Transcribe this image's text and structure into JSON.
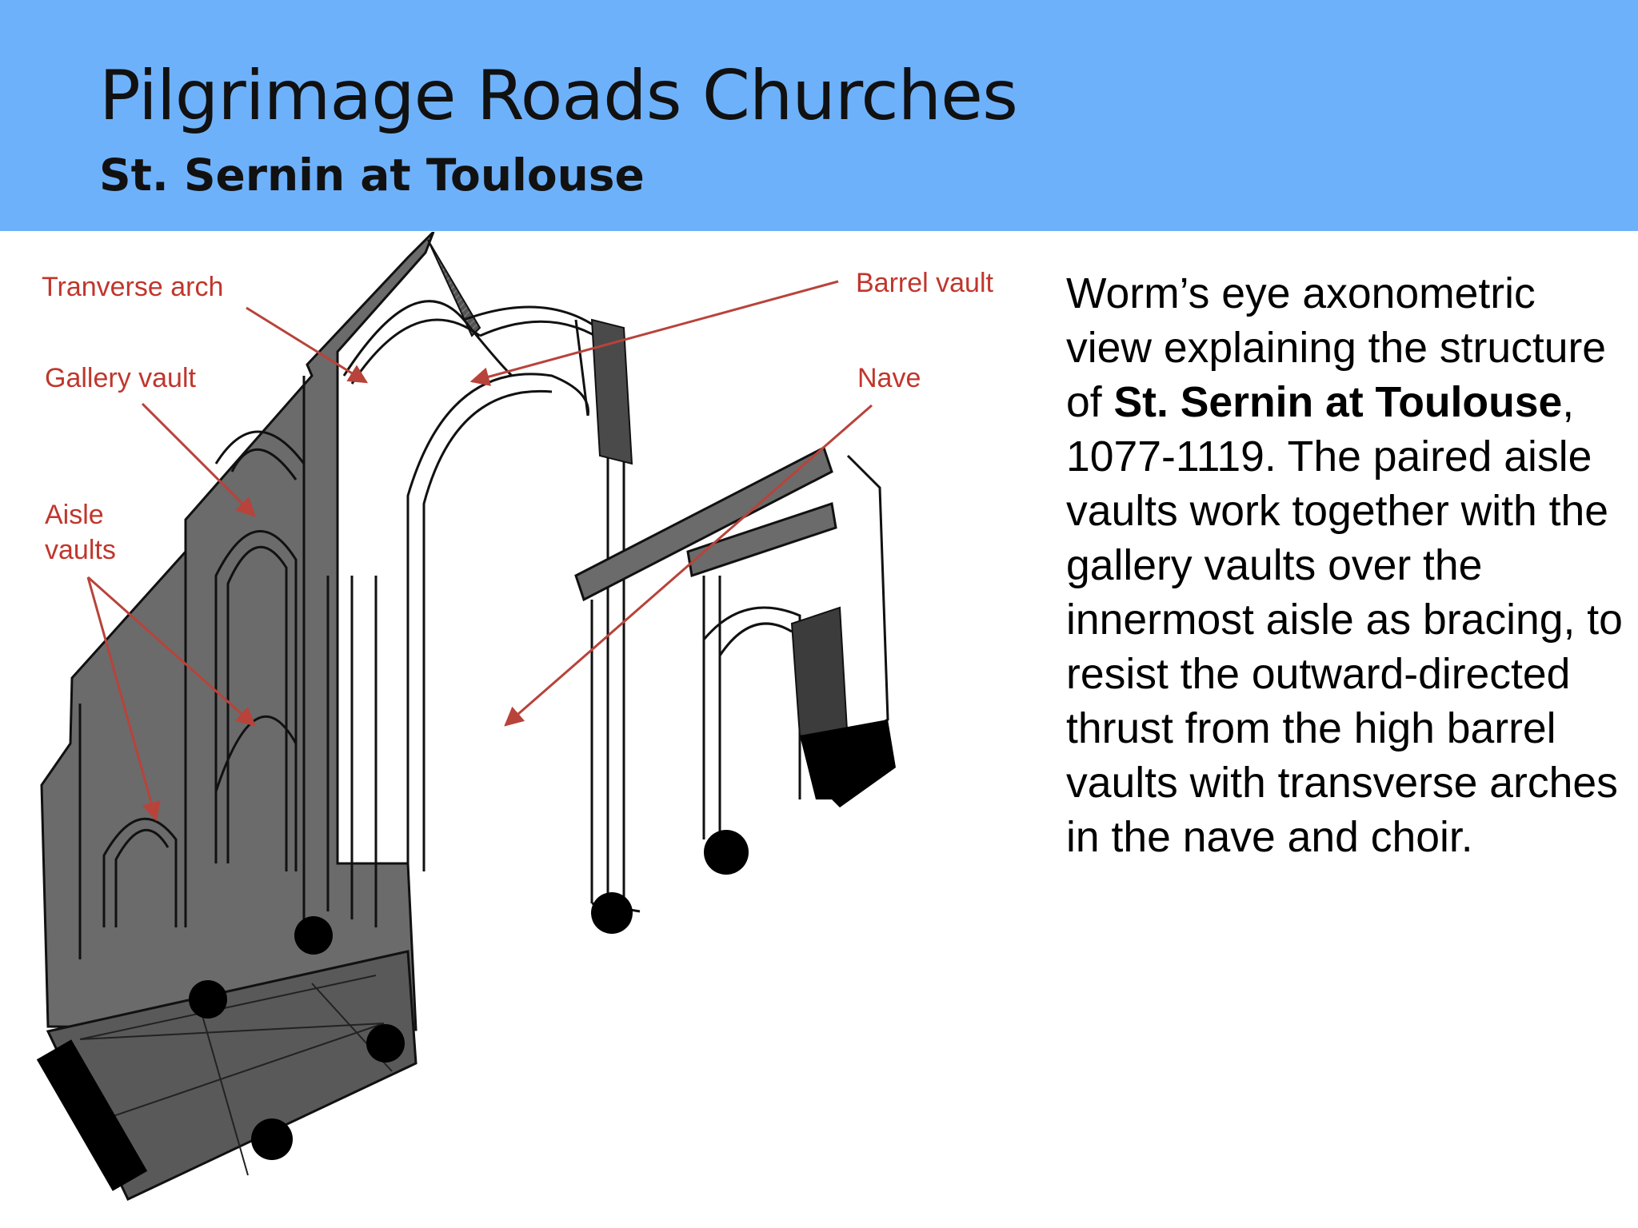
{
  "slide": {
    "title": "Pilgrimage Roads Churches",
    "subtitle": "St. Sernin at Toulouse",
    "header_color": "#6eb1fb"
  },
  "diagram": {
    "labels": {
      "transverse_arch": "Tranverse arch",
      "gallery_vault": "Gallery vault",
      "aisle_vaults_line1": "Aisle",
      "aisle_vaults_line2": "vaults",
      "barrel_vault": "Barrel vault",
      "nave": "Nave"
    },
    "label_color": "#c0362c"
  },
  "description": {
    "intro": "Worm’s eye axonometric view explaining the structure of ",
    "church_name": "St. Sernin at Toulouse",
    "rest": ", 1077-1119. The paired aisle vaults work together with the gallery vaults over the innermost aisle as bracing, to resist the outward-directed thrust from the high barrel vaults with transverse arches in the nave and choir."
  }
}
